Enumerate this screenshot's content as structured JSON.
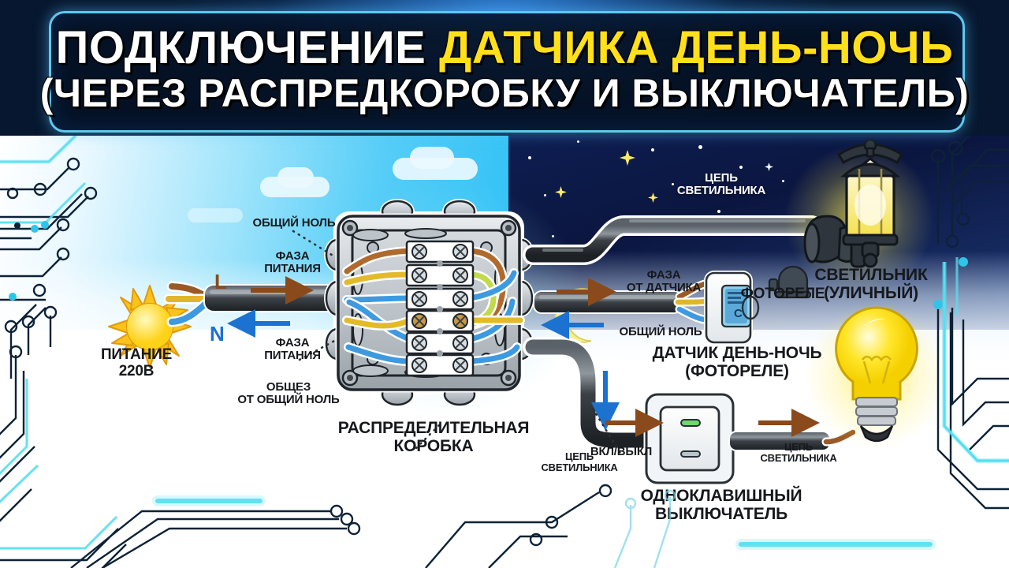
{
  "banner": {
    "line1_part1": "ПОДКЛЮЧЕНИЕ ",
    "line1_part2": "ДАТЧИКА ДЕНЬ-НОЧЬ",
    "line2": "(ЧЕРЕЗ РАСПРЕДКОРОБКУ И ВЫКЛЮЧАТЕЛЬ)",
    "accent_color": "#ffe01b",
    "text_color": "#ffffff",
    "frame_color": "#5fc8ef",
    "bg_color": "#051124"
  },
  "scene": {
    "day_label": "day-side",
    "night_label": "night-side",
    "sun": "sun-icon",
    "moon": "moon-icon"
  },
  "labels": {
    "power": "ПИТАНИЕ\n220В",
    "phase_L": "L",
    "neutral_N": "N",
    "common_neutral_top": "ОБЩИЙ НОЛЬ",
    "supply_phase_top": "ФАЗА\nПИТАНИЯ",
    "supply_phase_bottom": "ФАЗА\nПИТАНИЯ",
    "common_from_neutral": "ОБЩЕЗ\nОТ ОБЩИЙ НОЛЬ",
    "junction_box": "РАСПРЕДЕЛИТЕЛЬНАЯ\nКОРОБКА",
    "lamp_circuit_night": "ЦЕПЬ\nСВЕТИЛЬНИКА",
    "phase_from_sensor": "ФАЗА\nОТ ДАТЧИКА",
    "common_neutral_right": "ОБЩИЙ НОЛЬ",
    "photorelay_icon_label": "ФОТОРЕЛЕ",
    "sensor_title": "ДАТЧИК ДЕНЬ-НОЧЬ\n(ФОТОРЕЛЕ)",
    "street_lamp": "СВЕТИЛЬНИК\n(УЛИЧНЫЙ)",
    "lamp_circuit_left": "ЦЕПЬ\nСВЕТИЛЬНИКА",
    "on_off": "ВКЛ/ВЫКЛ",
    "lamp_circuit_right": "ЦЕПЬ\nСВЕТИЛЬНИКА",
    "switch_title": "ОДНОКЛАВИШНЫЙ\nВЫКЛЮЧАТЕЛЬ"
  },
  "colors": {
    "wire_brown": "#8a4a1b",
    "wire_blue": "#2f86d6",
    "wire_yellow": "#e8c22a",
    "wire_yellow_green": "#b9d44a",
    "cable_black": "#2c3136",
    "arrow_brown": "#8a4a1b",
    "arrow_blue": "#1b72d0",
    "bulb_yellow": "#ffe11f",
    "circuit_dark": "#0d2237",
    "circuit_cyan": "#4fe3f5"
  },
  "components": {
    "junction_box": "junction-box",
    "terminal_block": "terminal-block",
    "photorelay_sensor": "photorelay-sensor",
    "wall_switch": "single-gang-switch",
    "street_lantern": "street-lantern",
    "light_bulb": "light-bulb",
    "power_cable": "3-core-cable"
  }
}
